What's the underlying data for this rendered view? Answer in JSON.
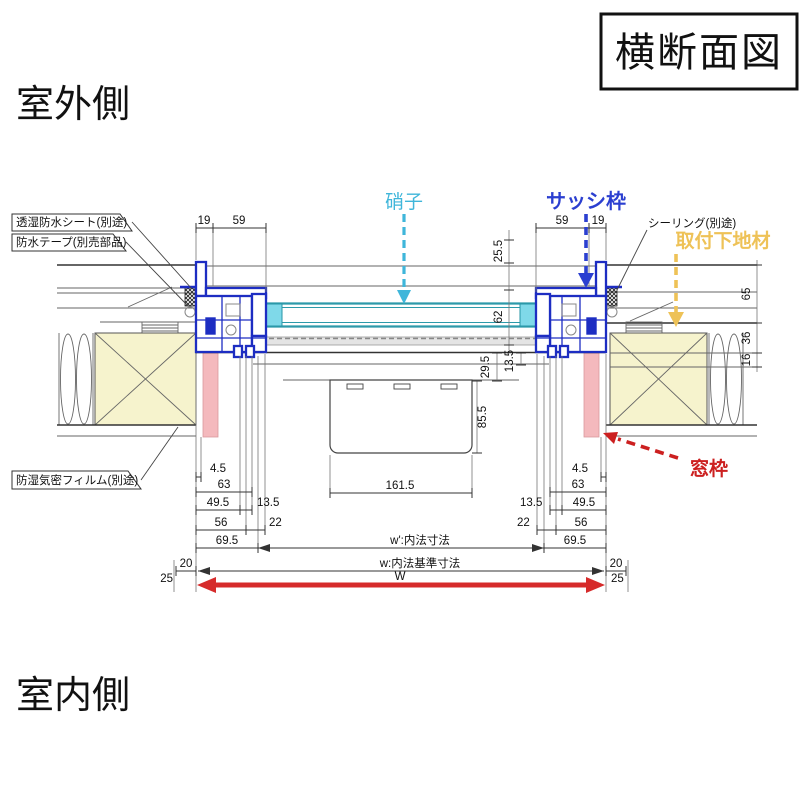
{
  "header": {
    "view_title": "横断面図",
    "outdoor_side": "室外側",
    "indoor_side": "室内側"
  },
  "callouts": {
    "breathable_waterproof_sheet": "透湿防水シート(別途)",
    "waterproof_tape": "防水テープ(別売部品)",
    "moisture_proof_film": "防湿気密フィルム(別途)",
    "sealing": "シーリング(別途)",
    "glass": "硝子",
    "sash_frame": "サッシ枠",
    "mounting_base_material": "取付下地材",
    "window_frame": "窓枠"
  },
  "dimensions": {
    "top_left_19": "19",
    "top_left_59": "59",
    "top_right_59": "59",
    "top_right_19": "19",
    "head_25_5": "25.5",
    "glass_62": "62",
    "right_65": "65",
    "right_36": "36",
    "right_16": "16",
    "sill_29_5": "29.5",
    "sill_13_5": "13.5",
    "box_85_5": "85.5",
    "box_161_5": "161.5",
    "left_4_5": "4.5",
    "left_63": "63",
    "left_49_5": "49.5",
    "left_13_5": "13.5",
    "left_56": "56",
    "left_22": "22",
    "left_69_5": "69.5",
    "left_20": "20",
    "left_25": "25",
    "right_4_5": "4.5",
    "right_63": "63",
    "right_49_5": "49.5",
    "right_13_5": "13.5",
    "right_56": "56",
    "right_22": "22",
    "right_69_5": "69.5",
    "right_20": "20",
    "right_25": "25",
    "w_prime_label": "w':内法寸法",
    "w_label": "w:内法基準寸法",
    "overall_width_label": "W"
  },
  "colors": {
    "sash_blue": "#1d2dc2",
    "glass_teal": "#2d9aaa",
    "glass_label_cyan": "#3fb6da",
    "mounting_orange": "#eec257",
    "window_frame_red": "#cc2020",
    "wood_fill": "#f6f3cd",
    "window_frame_pink": "#f4b9bd",
    "setting_block_cyan": "#7fd9e9"
  }
}
